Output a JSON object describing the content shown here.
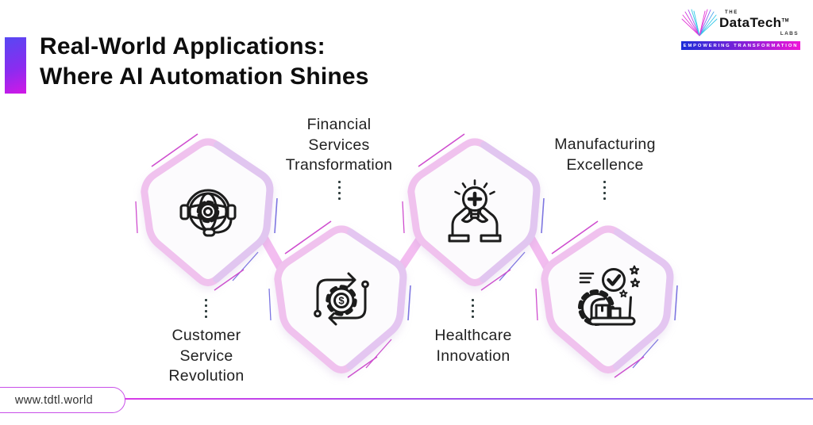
{
  "header": {
    "title_line1": "Real-World Applications:",
    "title_line2": "Where AI Automation Shines"
  },
  "logo": {
    "the": "THE",
    "brand": "DataTech",
    "trademark": "TM",
    "labs": "LABS",
    "tagline": "EMPOWERING TRANSFORMATION"
  },
  "nodes": [
    {
      "id": "customer-service-revolution",
      "icon": "headset-globe-gear-icon",
      "label_lines": [
        "Customer",
        "Service",
        "Revolution"
      ],
      "label_position": "below"
    },
    {
      "id": "financial-services-transformation",
      "icon": "dollar-gear-cycle-icon",
      "label_lines": [
        "Financial",
        "Services",
        "Transformation"
      ],
      "label_position": "above"
    },
    {
      "id": "healthcare-innovation",
      "icon": "hands-lightbulb-cross-icon",
      "label_lines": [
        "Healthcare",
        "Innovation"
      ],
      "label_position": "below"
    },
    {
      "id": "manufacturing-excellence",
      "icon": "gear-conveyor-quality-icon",
      "label_lines": [
        "Manufacturing",
        "Excellence"
      ],
      "label_position": "above"
    }
  ],
  "icon_glyphs": {
    "dollar": "$"
  },
  "footer": {
    "url": "www.tdtl.world"
  },
  "colors": {
    "shield_border": "#f0c2ee",
    "shield_fill": "#fcfbfd",
    "shield_right_tint": "#d5cbf3",
    "accent_magenta": "#cf4ecf",
    "accent_blue": "#7d76e2",
    "connector_pink": "#f3bdf0",
    "title_text": "#0d0d0d",
    "gradient_square_top": "#5748f2",
    "gradient_square_bottom": "#d218e6",
    "tagline_bar_left": "#1b2fd8",
    "tagline_bar_right": "#ef16d8",
    "dot_color": "#2f3d3d",
    "footer_accent": "#c84fe8"
  }
}
